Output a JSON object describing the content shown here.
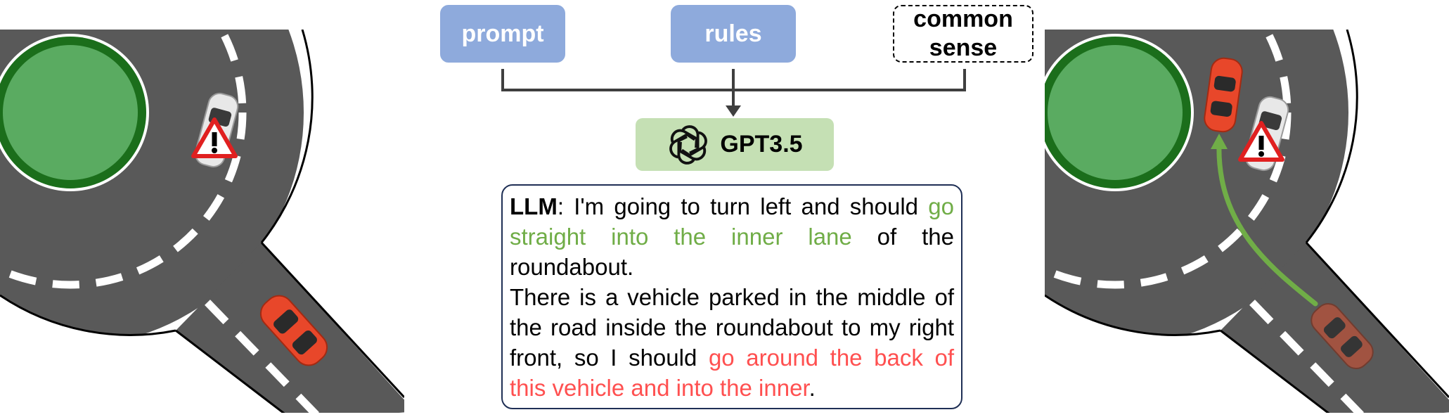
{
  "inputs": {
    "prompt": "prompt",
    "rules": "rules",
    "common_sense": "common\nsense"
  },
  "model": {
    "label": "GPT3.5",
    "icon": "openai-logo-icon"
  },
  "llm_response": {
    "prefix": "LLM",
    "line1_before": ": I'm going to turn left and should ",
    "line1_highlight": "go straight into the inner lane",
    "line1_after": " of the roundabout.",
    "line2_before": "There is a vehicle parked in the middle of the road inside the roundabout to my right front, so I should ",
    "line2_highlight": "go around the back of this vehicle and into the inner",
    "line2_after": "."
  },
  "scenes": {
    "left_icons": [
      "roundabout-island",
      "parked-white-car-icon",
      "warning-triangle-icon",
      "red-car-icon"
    ],
    "right_icons": [
      "roundabout-island",
      "parked-white-car-icon",
      "warning-triangle-icon",
      "red-car-icon",
      "green-path-arrow"
    ]
  },
  "colors": {
    "input_box": "#8eaadc",
    "gpt_box": "#c5e0b4",
    "green_text": "#70ad47",
    "red_text": "#ff5050",
    "road": "#595959",
    "island_green": "#5aab61",
    "island_ring": "#1b6e1b",
    "red_car": "#e8472a",
    "arrow_green": "#70ad47",
    "border_navy": "#1f2f55"
  }
}
